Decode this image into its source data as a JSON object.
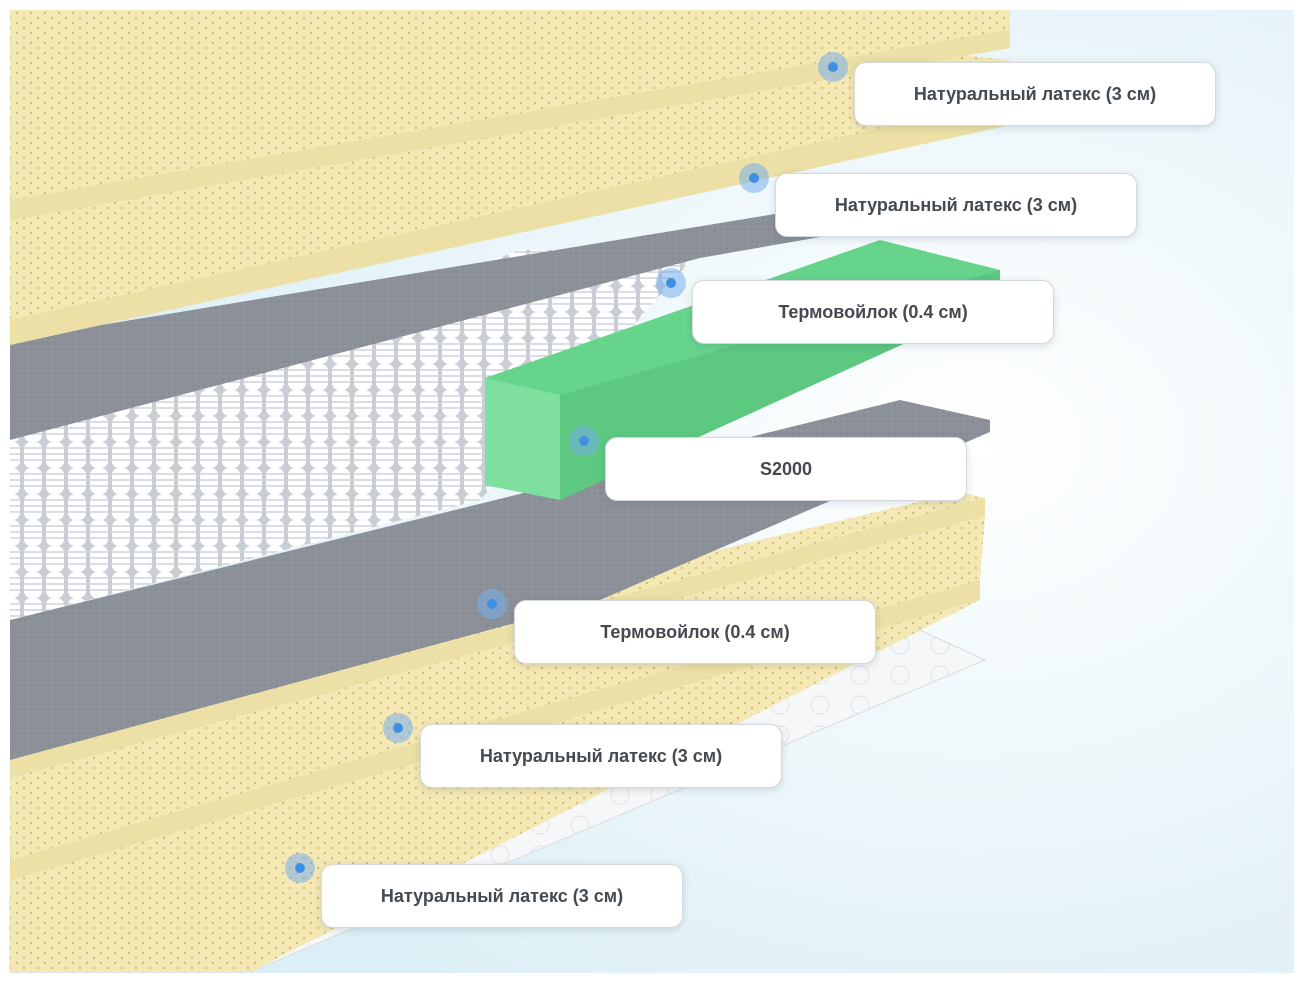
{
  "layers": [
    {
      "label": "Натуральный латекс (3 см)"
    },
    {
      "label": "Натуральный латекс (3 см)"
    },
    {
      "label": "Термовойлок (0.4 см)"
    },
    {
      "label": "S2000"
    },
    {
      "label": "Термовойлок (0.4 см)"
    },
    {
      "label": "Натуральный латекс (3 см)"
    },
    {
      "label": "Натуральный латекс (3 см)"
    }
  ],
  "colors": {
    "latex": "#f4e8b4",
    "latex_edge": "#ece0a6",
    "felt": "#8c9098",
    "foam": "#67d48c",
    "marker": "#3f8fe4",
    "background": "#e6f3f8"
  },
  "icons": {
    "marker": "info-dot-icon"
  }
}
